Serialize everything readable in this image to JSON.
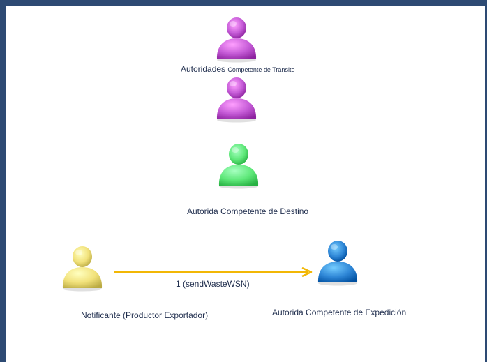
{
  "actors": {
    "transit_top": {
      "color": "#c45ad6",
      "icon": "person-icon"
    },
    "transit_bottom": {
      "color": "#c45ad6",
      "icon": "person-icon"
    },
    "destination": {
      "color": "#5fe87a",
      "icon": "person-icon"
    },
    "notifier": {
      "color": "#f1e17a",
      "icon": "person-icon"
    },
    "expedition": {
      "color": "#2e86d6",
      "icon": "person-icon"
    }
  },
  "labels": {
    "transit_main": "Autoridades",
    "transit_small": "Competente de Tránsito",
    "destination": "Autorida Competente de Destino",
    "notifier": "Notificante (Productor Exportador)",
    "expedition": "Autorida Competente de Expedición"
  },
  "message": {
    "label": "1 (sendWasteWSN)",
    "color": "#f2b705"
  }
}
